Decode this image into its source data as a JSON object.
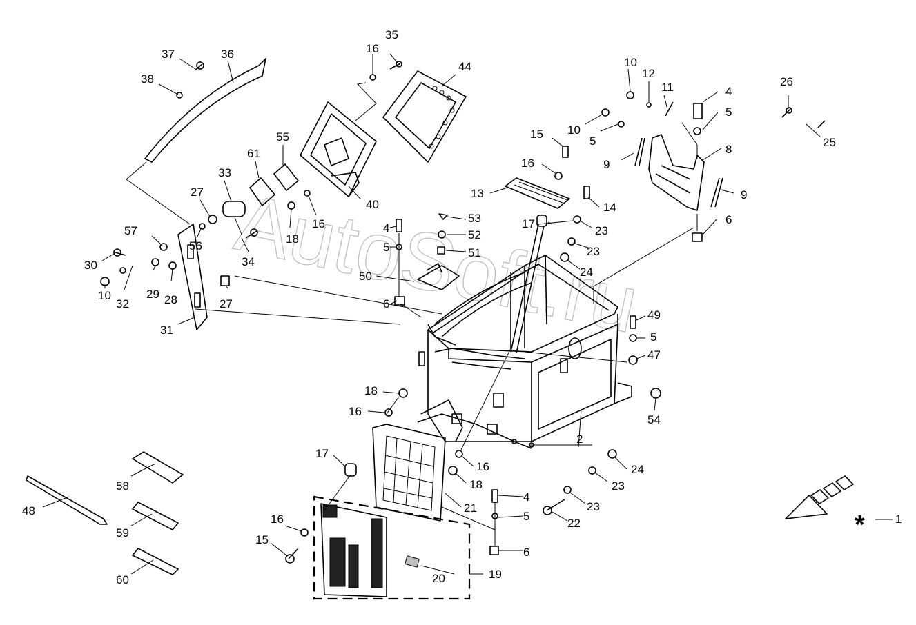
{
  "watermark": "AutoSoft.ru",
  "asterisk": "*",
  "labels": {
    "n1": "1",
    "n2": "2",
    "n4a": "4",
    "n4b": "4",
    "n4c": "4",
    "n5a": "5",
    "n5b": "5",
    "n5c": "5",
    "n5d": "5",
    "n5e": "5",
    "n6a": "6",
    "n6b": "6",
    "n6c": "6",
    "n8": "8",
    "n9a": "9",
    "n9b": "9",
    "n10a": "10",
    "n10b": "10",
    "n10c": "10",
    "n11": "11",
    "n12": "12",
    "n13": "13",
    "n14": "14",
    "n15a": "15",
    "n15b": "15",
    "n16a": "16",
    "n16b": "16",
    "n16c": "16",
    "n16d": "16",
    "n16e": "16",
    "n16f": "16",
    "n17a": "17",
    "n17b": "17",
    "n18a": "18",
    "n18b": "18",
    "n18c": "18",
    "n19": "19",
    "n20": "20",
    "n21": "21",
    "n22": "22",
    "n23a": "23",
    "n23b": "23",
    "n23c": "23",
    "n23d": "23",
    "n24a": "24",
    "n24b": "24",
    "n25": "25",
    "n26": "26",
    "n27a": "27",
    "n27b": "27",
    "n28": "28",
    "n29": "29",
    "n30": "30",
    "n31": "31",
    "n32": "32",
    "n33": "33",
    "n34": "34",
    "n35": "35",
    "n36": "36",
    "n37": "37",
    "n38": "38",
    "n40": "40",
    "n44": "44",
    "n47": "47",
    "n48": "48",
    "n49": "49",
    "n50": "50",
    "n51": "51",
    "n52": "52",
    "n53": "53",
    "n54": "54",
    "n55": "55",
    "n56": "56",
    "n57": "57",
    "n58": "58",
    "n59": "59",
    "n60": "60",
    "n61": "61"
  }
}
